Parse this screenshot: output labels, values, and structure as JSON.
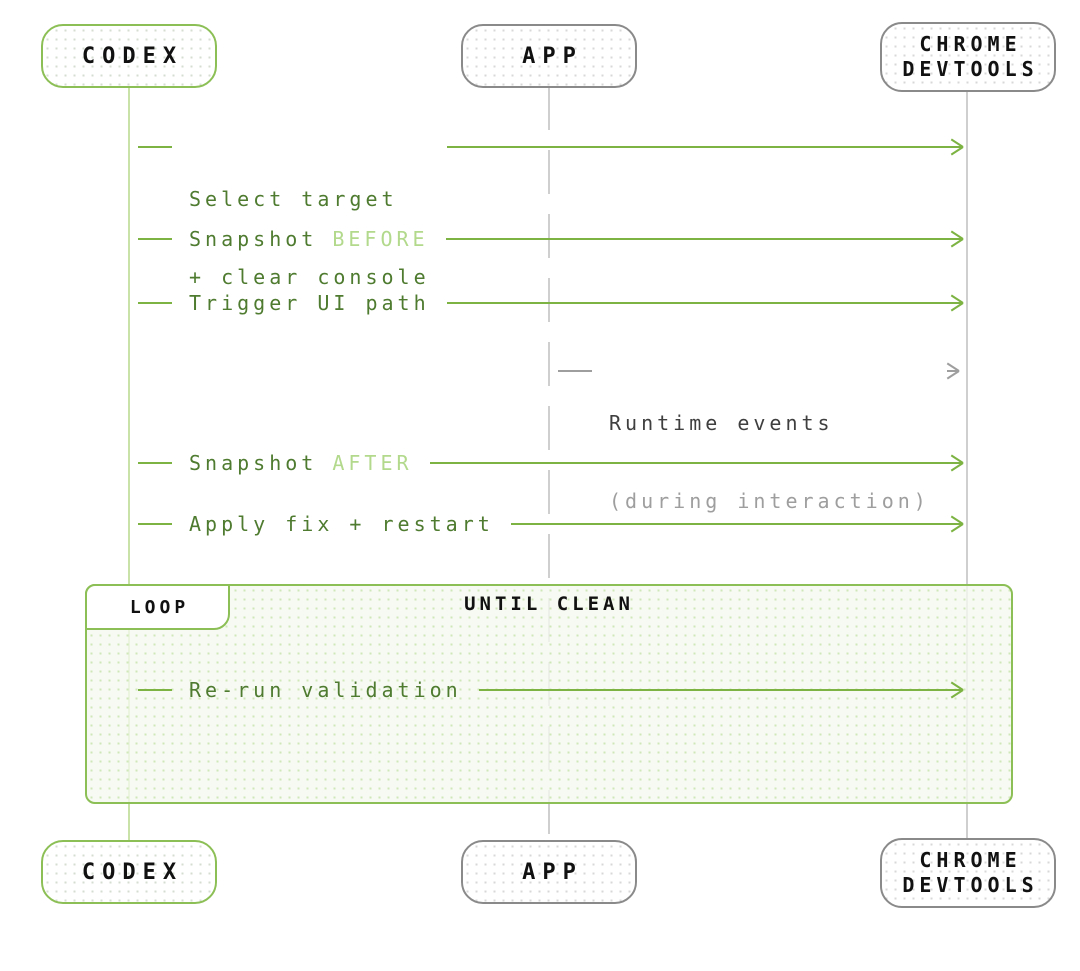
{
  "diagram": {
    "type": "sequence-diagram",
    "actors": {
      "codex": {
        "label": "CODEX"
      },
      "app": {
        "label": "APP"
      },
      "devtools": {
        "line1": "CHROME",
        "line2": "DEVTOOLS"
      }
    },
    "messages": {
      "select_target": {
        "from": "CODEX",
        "to": "CHROME DEVTOOLS",
        "line1": "Select target",
        "line2": "+ clear console"
      },
      "snapshot_before": {
        "from": "CODEX",
        "to": "CHROME DEVTOOLS",
        "prefix": "Snapshot",
        "highlight": "BEFORE"
      },
      "trigger_ui": {
        "from": "CODEX",
        "to": "CHROME DEVTOOLS",
        "text": "Trigger UI path"
      },
      "runtime_events": {
        "from": "APP",
        "to": "CHROME DEVTOOLS",
        "line1": "Runtime events",
        "line2": "(during interaction)"
      },
      "snapshot_after": {
        "from": "CODEX",
        "to": "CHROME DEVTOOLS",
        "prefix": "Snapshot",
        "highlight": "AFTER"
      },
      "apply_fix": {
        "from": "CODEX",
        "to": "CHROME DEVTOOLS",
        "text": "Apply fix + restart"
      },
      "rerun": {
        "from": "CODEX",
        "to": "CHROME DEVTOOLS",
        "text": "Re-run validation"
      }
    },
    "loop": {
      "label": "LOOP",
      "condition": "UNTIL CLEAN"
    }
  },
  "palette": {
    "green_border": "#8cbf55",
    "green_arrow": "#7cb342",
    "green_text": "#4e7b2f",
    "green_text_light": "#b2d98c",
    "green_lifeline": "#c8e2a8",
    "gray_border": "#8a8a8a",
    "gray_lifeline": "#cfcfcf",
    "gray_arrow": "#9e9e9e",
    "gray_text_dark": "#3f3f3f",
    "gray_text_light": "#9e9e9e",
    "loop_fill": "#f4f9ee",
    "label_text": "#111111"
  }
}
